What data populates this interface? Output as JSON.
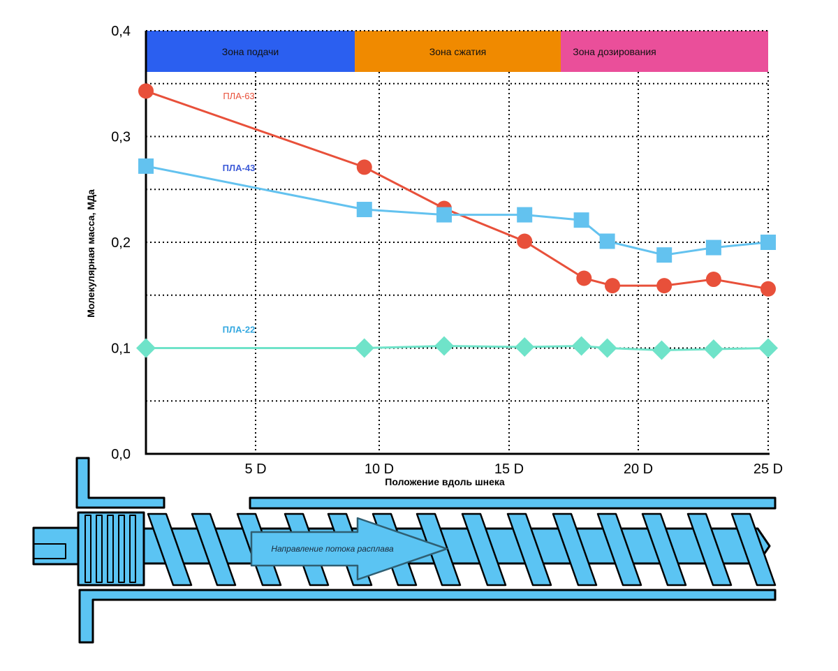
{
  "chart_data": {
    "type": "line",
    "xlabel": "Положение вдоль шнека",
    "ylabel": "Молекулярная масса, МДа",
    "xlim": [
      0,
      25
    ],
    "ylim": [
      0.0,
      0.4
    ],
    "x_ticks": [
      {
        "value": 5,
        "label": "5 D"
      },
      {
        "value": 10,
        "label": "10 D"
      },
      {
        "value": 15,
        "label": "15 D"
      },
      {
        "value": 20,
        "label": "20 D"
      },
      {
        "value": 25,
        "label": "25 D"
      }
    ],
    "y_ticks": [
      {
        "value": 0.0,
        "label": "0,0"
      },
      {
        "value": 0.1,
        "label": "0,1"
      },
      {
        "value": 0.2,
        "label": "0,2"
      },
      {
        "value": 0.3,
        "label": "0,3"
      },
      {
        "value": 0.4,
        "label": "0,4"
      }
    ],
    "grid": "dotted",
    "zones": [
      {
        "label": "Зона подачи",
        "from": 0,
        "to": 8.4,
        "color": "#2b5ff0"
      },
      {
        "label": "Зона сжатия",
        "from": 8.4,
        "to": 16.7,
        "color": "#f08a00"
      },
      {
        "label": "Зона дозирования",
        "from": 16.7,
        "to": 25,
        "color": "#ea4f9a"
      }
    ],
    "series": [
      {
        "name": "ПЛА-63",
        "color": "#e8503a",
        "label_color": "#e8503a",
        "marker": "circle",
        "label_at": {
          "x": 3.0,
          "y": 0.338
        },
        "points": [
          [
            0,
            0.343
          ],
          [
            9.4,
            0.271
          ],
          [
            12.5,
            0.232
          ],
          [
            15.6,
            0.201
          ],
          [
            17.9,
            0.166
          ],
          [
            19.0,
            0.159
          ],
          [
            21.0,
            0.159
          ],
          [
            22.9,
            0.165
          ],
          [
            25,
            0.156
          ]
        ]
      },
      {
        "name": "ПЛА-43",
        "color": "#63c2ef",
        "label_color": "#3d5bd8",
        "marker": "square",
        "label_at": {
          "x": 3.0,
          "y": 0.27
        },
        "points": [
          [
            0,
            0.272
          ],
          [
            9.4,
            0.231
          ],
          [
            12.5,
            0.226
          ],
          [
            15.6,
            0.226
          ],
          [
            17.8,
            0.221
          ],
          [
            18.8,
            0.201
          ],
          [
            21.0,
            0.188
          ],
          [
            22.9,
            0.195
          ],
          [
            25,
            0.2
          ]
        ]
      },
      {
        "name": "ПЛА-22",
        "color": "#6fe3c9",
        "label_color": "#34a8e0",
        "marker": "diamond",
        "label_at": {
          "x": 3.3,
          "y": 0.117
        },
        "points": [
          [
            0,
            0.1
          ],
          [
            9.4,
            0.1
          ],
          [
            12.5,
            0.102
          ],
          [
            15.6,
            0.101
          ],
          [
            17.8,
            0.102
          ],
          [
            18.8,
            0.1
          ],
          [
            20.9,
            0.098
          ],
          [
            22.9,
            0.099
          ],
          [
            25,
            0.1
          ]
        ]
      }
    ]
  },
  "screw": {
    "arrow_label": "Направление потока расплава",
    "color": "#5bc4f3"
  }
}
